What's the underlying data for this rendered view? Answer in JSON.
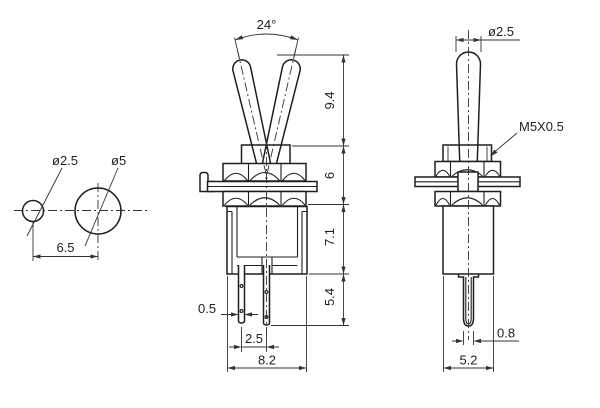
{
  "drawing": {
    "views": {
      "panel_cutout": {
        "hole_small_dia": "ø2.5",
        "hole_large_dia": "ø5",
        "hole_spacing": "6.5"
      },
      "front": {
        "throw_angle": "24°",
        "lever_length": "9.4",
        "bushing_height": "6",
        "body_height": "7.1",
        "terminal_length": "5.4",
        "terminal_thickness": "0.5",
        "terminal_pitch": "2.5",
        "body_width": "8.2"
      },
      "side": {
        "lever_dia": "ø2.5",
        "thread_spec": "M5X0.5",
        "terminal_width": "0.8",
        "body_depth": "5.2"
      }
    },
    "colors": {
      "line": "#1f1f1f",
      "dim_line": "#333333",
      "background": "#ffffff"
    }
  }
}
